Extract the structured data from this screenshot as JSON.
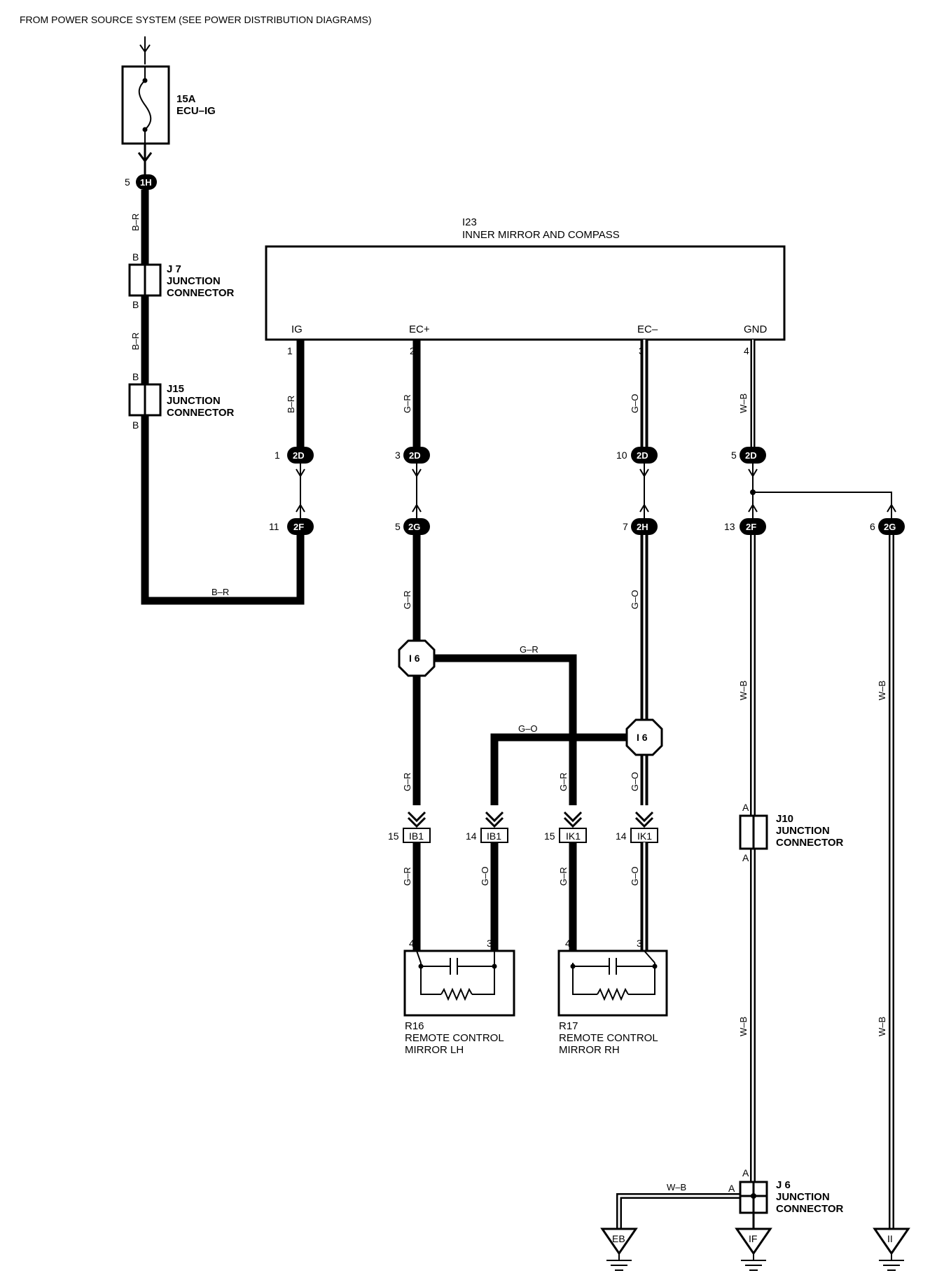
{
  "header": {
    "source": "FROM POWER SOURCE SYSTEM (SEE POWER DISTRIBUTION DIAGRAMS)"
  },
  "fuse": {
    "rating": "15A",
    "name": "ECU–IG"
  },
  "main_component": {
    "ref": "I23",
    "name": "INNER MIRROR AND COMPASS",
    "terminals": [
      {
        "label": "IG",
        "pin": "1",
        "wire": "B–R"
      },
      {
        "label": "EC+",
        "pin": "2",
        "wire": "G–R"
      },
      {
        "label": "EC–",
        "pin": "3",
        "wire": "G–O"
      },
      {
        "label": "GND",
        "pin": "4",
        "wire": "W–B"
      }
    ]
  },
  "connectors": {
    "c1H": {
      "id": "1H",
      "pin": "5"
    },
    "c2D_1": {
      "id": "2D",
      "pin": "1"
    },
    "c2D_3": {
      "id": "2D",
      "pin": "3"
    },
    "c2D_10": {
      "id": "2D",
      "pin": "10"
    },
    "c2D_5": {
      "id": "2D",
      "pin": "5"
    },
    "c2F_11": {
      "id": "2F",
      "pin": "11"
    },
    "c2G_5": {
      "id": "2G",
      "pin": "5"
    },
    "c2H_7": {
      "id": "2H",
      "pin": "7"
    },
    "c2F_13": {
      "id": "2F",
      "pin": "13"
    },
    "c2G_6": {
      "id": "2G",
      "pin": "6"
    },
    "ib1_15": {
      "id": "IB1",
      "pin": "15"
    },
    "ib1_14": {
      "id": "IB1",
      "pin": "14"
    },
    "ik1_15": {
      "id": "IK1",
      "pin": "15"
    },
    "ik1_14": {
      "id": "IK1",
      "pin": "14"
    }
  },
  "junctions": {
    "j7": {
      "ref": "J 7",
      "line1": "JUNCTION",
      "line2": "CONNECTOR",
      "pin": "B"
    },
    "j15": {
      "ref": "J15",
      "line1": "JUNCTION",
      "line2": "CONNECTOR",
      "pin": "B"
    },
    "j10": {
      "ref": "J10",
      "line1": "JUNCTION",
      "line2": "CONNECTOR",
      "pin": "A"
    },
    "j6": {
      "ref": "J 6",
      "line1": "JUNCTION",
      "line2": "CONNECTOR",
      "pin": "A"
    }
  },
  "splices": {
    "left": "I 6",
    "right": "I 6"
  },
  "mirrors": {
    "r16": {
      "ref": "R16",
      "line1": "REMOTE CONTROL",
      "line2": "MIRROR LH",
      "pin_a": "4",
      "pin_b": "3"
    },
    "r17": {
      "ref": "R17",
      "line1": "REMOTE CONTROL",
      "line2": "MIRROR RH",
      "pin_a": "4",
      "pin_b": "3"
    }
  },
  "wires": {
    "br": "B–R",
    "gr": "G–R",
    "go": "G–O",
    "wb": "W–B"
  },
  "grounds": {
    "eb": "EB",
    "if": "IF",
    "ii": "II"
  }
}
